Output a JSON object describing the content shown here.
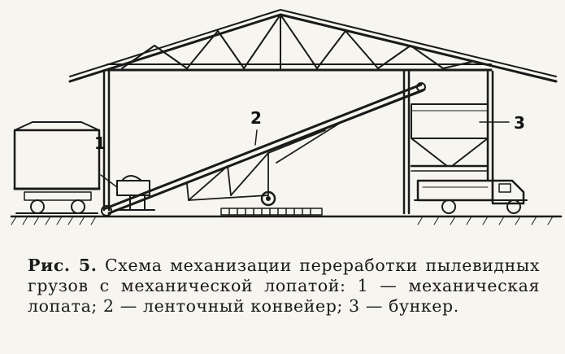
{
  "figure": {
    "callouts": {
      "label_1": "1",
      "label_2": "2",
      "label_3": "3"
    }
  },
  "caption": {
    "lead": "Рис. 5.",
    "text": " Схема механизации переработки пылевидных грузов с механической лопатой: 1 — механическая лопата; 2 — лен­точный конвейер; 3 — бункер."
  },
  "colors": {
    "ink": "#1a1a1a",
    "paper": "#f7f5f0"
  }
}
